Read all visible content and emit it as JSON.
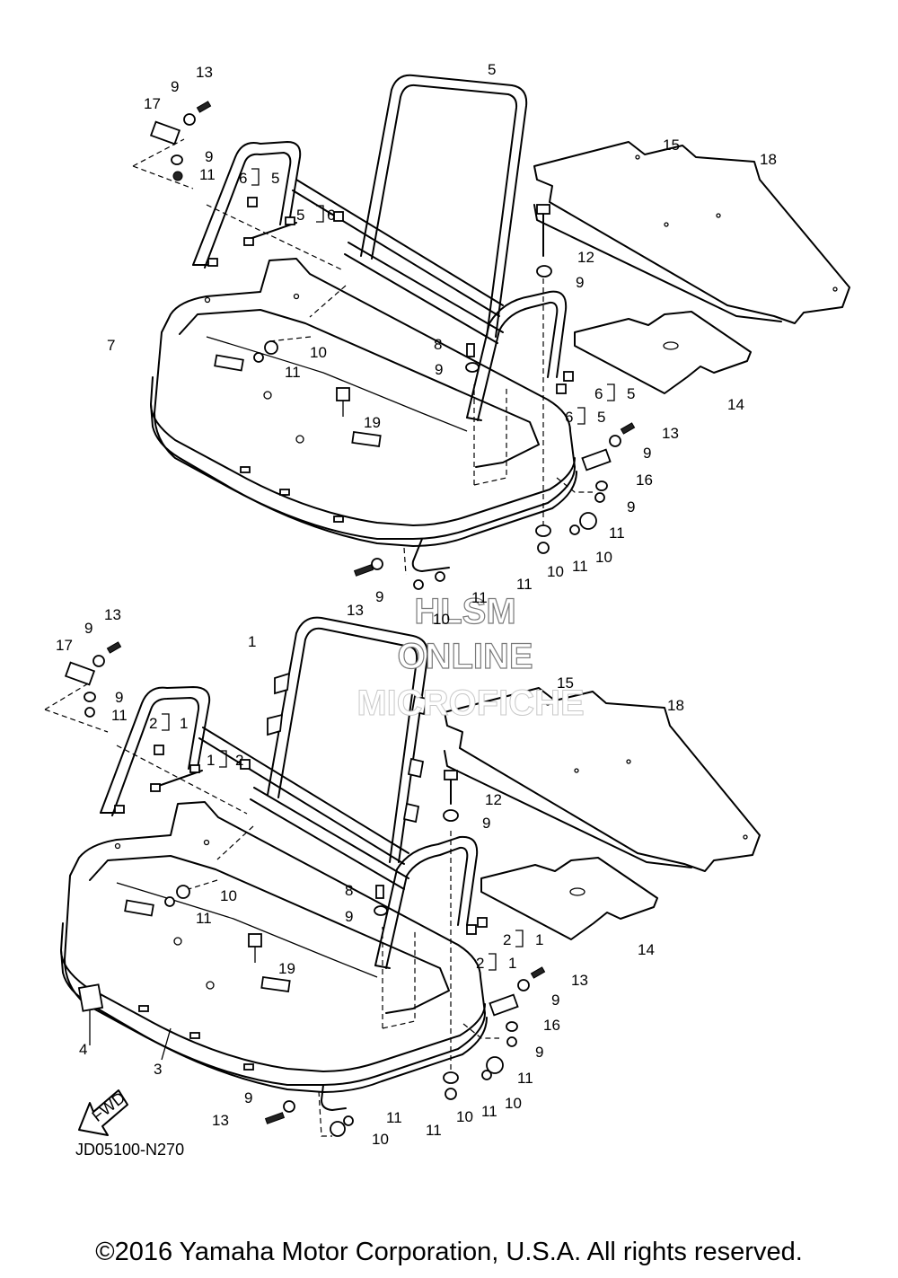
{
  "labels": {
    "top": {
      "l13a": "13",
      "l9a": "9",
      "l17a": "17",
      "l9b": "9",
      "l11a": "11",
      "l5top": "5",
      "l6a": "6",
      "l5a": "5",
      "l5b": "5",
      "l6b": "6",
      "l15": "15",
      "l18": "18",
      "l12": "12",
      "l9c": "9",
      "l7": "7",
      "l10a": "10",
      "l11b": "11",
      "l8": "8",
      "l9d": "9",
      "l19": "19",
      "l6c": "6",
      "l5c": "5",
      "l6d": "6",
      "l5d": "5",
      "l14": "14",
      "l13b": "13",
      "l9e": "9",
      "l16": "16",
      "l9f": "9",
      "l11c": "11",
      "l10b": "10",
      "l11d": "11",
      "l10c": "10",
      "l11e": "11",
      "l13c": "13",
      "l9g": "9",
      "l11f": "11",
      "l10d": "10"
    },
    "bottom": {
      "l13a": "13",
      "l9a": "9",
      "l17": "17",
      "l9b": "9",
      "l11a": "11",
      "l1top": "1",
      "l2a": "2",
      "l1a": "1",
      "l1b": "1",
      "l2b": "2",
      "l15": "15",
      "l18": "18",
      "l12": "12",
      "l9c": "9",
      "l10a": "10",
      "l11b": "11",
      "l8": "8",
      "l9d": "9",
      "l19": "19",
      "l2c": "2",
      "l1c": "1",
      "l2d": "2",
      "l1d": "1",
      "l14": "14",
      "l13b": "13",
      "l9e": "9",
      "l16": "16",
      "l9f": "9",
      "l11c": "11",
      "l10b": "10",
      "l11d": "11",
      "l10c": "10",
      "l11e": "11",
      "l4": "4",
      "l3": "3",
      "l9g": "9",
      "l13c": "13",
      "l11f": "11",
      "l10d": "10"
    }
  },
  "fwd_arrow_label": "FWD",
  "diagram_code": "JD05100-N270",
  "watermark": {
    "line1": "HLSM",
    "line2": "ONLINE",
    "line3": "MICROFICHE"
  },
  "copyright": "©2016 Yamaha Motor Corporation, U.S.A. All rights reserved."
}
